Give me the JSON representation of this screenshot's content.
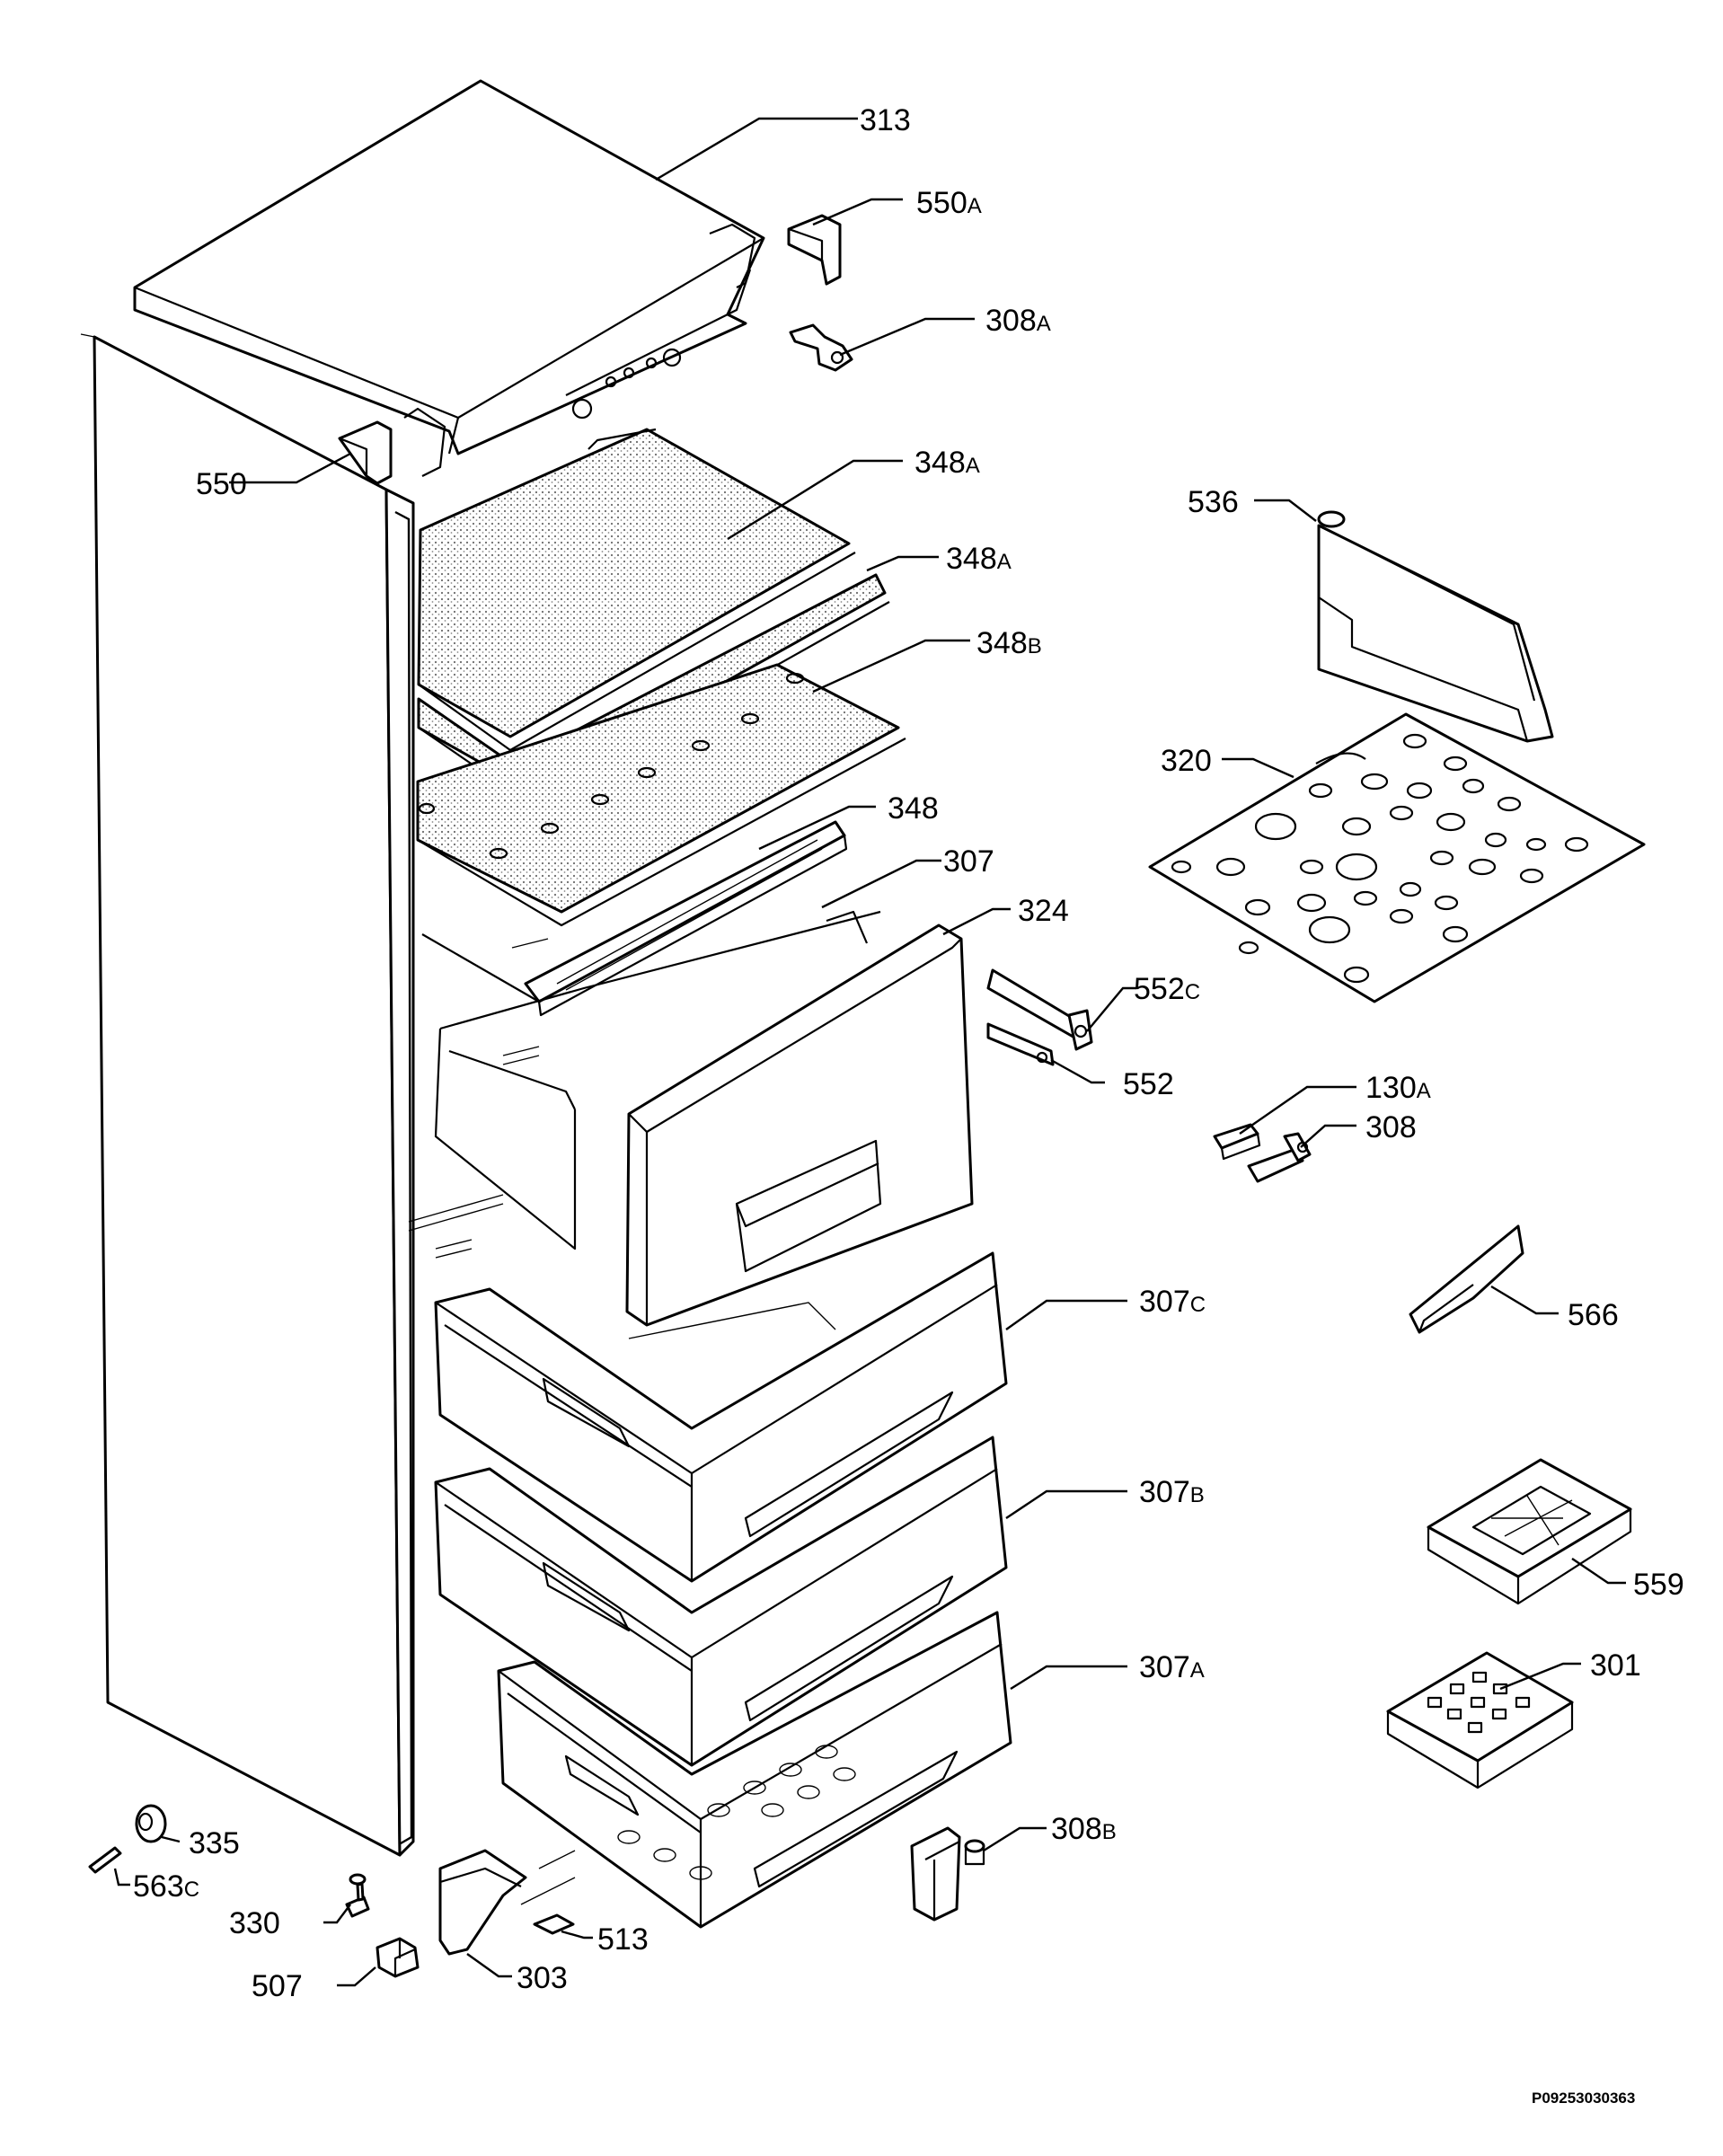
{
  "diagram": {
    "footer_code": "P09253030363",
    "callouts": [
      {
        "id": "c313",
        "num": "313",
        "suffix": ""
      },
      {
        "id": "c550a",
        "num": "550",
        "suffix": "A"
      },
      {
        "id": "c308a",
        "num": "308",
        "suffix": "A"
      },
      {
        "id": "c550",
        "num": "550",
        "suffix": ""
      },
      {
        "id": "c348a1",
        "num": "348",
        "suffix": "A"
      },
      {
        "id": "c348a2",
        "num": "348",
        "suffix": "A"
      },
      {
        "id": "c348b",
        "num": "348",
        "suffix": "B"
      },
      {
        "id": "c348",
        "num": "348",
        "suffix": ""
      },
      {
        "id": "c307",
        "num": "307",
        "suffix": ""
      },
      {
        "id": "c324",
        "num": "324",
        "suffix": ""
      },
      {
        "id": "c536",
        "num": "536",
        "suffix": ""
      },
      {
        "id": "c320",
        "num": "320",
        "suffix": ""
      },
      {
        "id": "c552c",
        "num": "552",
        "suffix": "C"
      },
      {
        "id": "c552",
        "num": "552",
        "suffix": ""
      },
      {
        "id": "c130a",
        "num": "130",
        "suffix": "A"
      },
      {
        "id": "c308",
        "num": "308",
        "suffix": ""
      },
      {
        "id": "c566",
        "num": "566",
        "suffix": ""
      },
      {
        "id": "c307c",
        "num": "307",
        "suffix": "C"
      },
      {
        "id": "c307b",
        "num": "307",
        "suffix": "B"
      },
      {
        "id": "c559",
        "num": "559",
        "suffix": ""
      },
      {
        "id": "c307a",
        "num": "307",
        "suffix": "A"
      },
      {
        "id": "c301",
        "num": "301",
        "suffix": ""
      },
      {
        "id": "c335",
        "num": "335",
        "suffix": ""
      },
      {
        "id": "c563c",
        "num": "563",
        "suffix": "C"
      },
      {
        "id": "c308b",
        "num": "308",
        "suffix": "B"
      },
      {
        "id": "c330",
        "num": "330",
        "suffix": ""
      },
      {
        "id": "c513",
        "num": "513",
        "suffix": ""
      },
      {
        "id": "c507",
        "num": "507",
        "suffix": ""
      },
      {
        "id": "c303",
        "num": "303",
        "suffix": ""
      }
    ]
  }
}
